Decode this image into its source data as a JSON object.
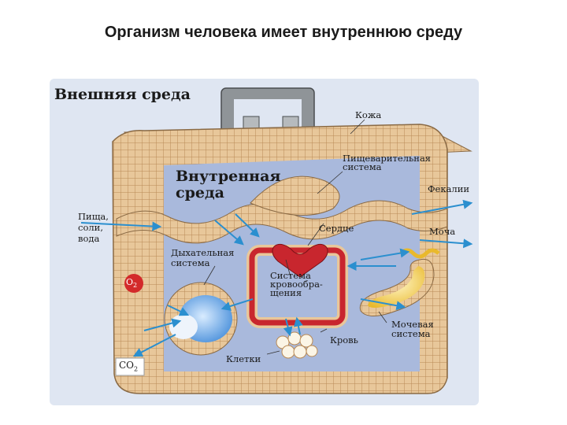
{
  "title": "Организм человека имеет внутреннюю среду",
  "labels": {
    "external_env": "Внешняя среда",
    "internal_env": "Внутренная\nсреда",
    "skin": "Кожа",
    "digestive": "Пищеварительная\nсистема",
    "feces": "Фекалии",
    "food": "Пища,\nсоли,\nвода",
    "heart": "Сердце",
    "urine": "Моча",
    "respiratory": "Дыхательная\nсистема",
    "circulatory": "Система\nкровообра-\nщения",
    "o2_base": "O",
    "o2_sub": "2",
    "co2_base": "CO",
    "co2_sub": "2",
    "urinary": "Мочевая\nсистема",
    "blood": "Кровь",
    "cells": "Клетки"
  },
  "colors": {
    "external_bg": "#dfe6f2",
    "wall": "#e8c79a",
    "wall_grid": "#b98a55",
    "interior": "#a9b9dc",
    "arrow": "#2b8fcf",
    "vessel": "#c8262e",
    "lung": "#7fb4ea",
    "kidney": "#f2d34a",
    "o2_badge": "#d32a2a"
  }
}
